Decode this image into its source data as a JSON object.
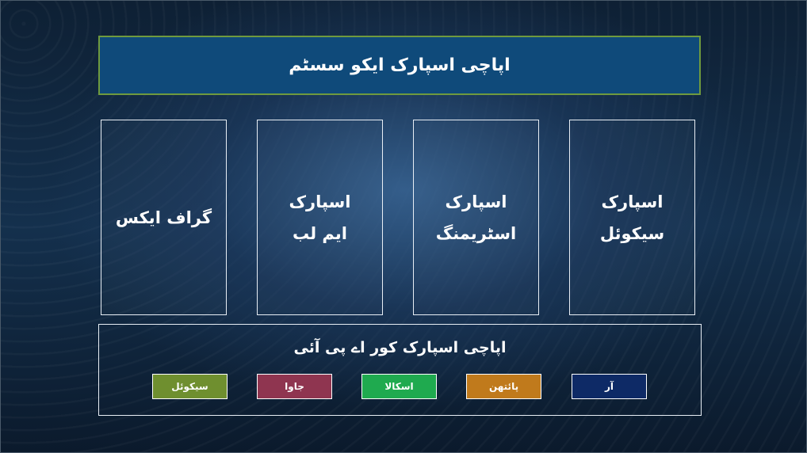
{
  "title": "اپاچی اسپارک ایکو سسٹم",
  "libraries": [
    {
      "lines": [
        "گراف ایکس"
      ]
    },
    {
      "lines": [
        "اسپارک",
        "ایم لب"
      ]
    },
    {
      "lines": [
        "اسپارک",
        "اسٹریمنگ"
      ]
    },
    {
      "lines": [
        "اسپارک",
        "سیکوئل"
      ]
    }
  ],
  "core": {
    "title": "اپاچی اسپارک کور اے پی آئی",
    "languages": [
      {
        "label": "سیکوئل",
        "color": "#6f8f2f"
      },
      {
        "label": "جاوا",
        "color": "#8f3550"
      },
      {
        "label": "اسکالا",
        "color": "#1faa4f"
      },
      {
        "label": "پائتھن",
        "color": "#c07a1c"
      },
      {
        "label": "آر",
        "color": "#0e2a66"
      }
    ]
  }
}
